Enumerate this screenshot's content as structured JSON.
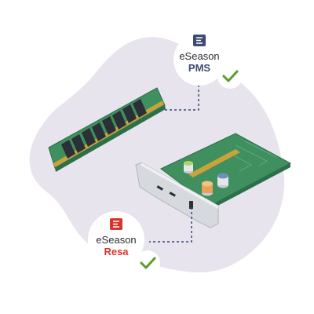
{
  "colors": {
    "blob": "#e7e4ee",
    "pcb": "#3f8f5f",
    "pcb_dark": "#2d6f48",
    "chip": "#2b2f36",
    "gold": "#c9a23a",
    "bracket": "#d6d9de",
    "pms_accent": "#3d4a73",
    "resa_accent": "#d9342b",
    "check": "#5a9b2e",
    "dashed": "#3d4a73"
  },
  "icons": {
    "pms_logo": "e-logo-icon",
    "resa_logo": "e-logo-icon",
    "check": "check-icon"
  },
  "callouts": {
    "pms": {
      "line1": "eSeason",
      "line2": "PMS"
    },
    "resa": {
      "line1": "eSeason",
      "line2": "Resa"
    }
  }
}
